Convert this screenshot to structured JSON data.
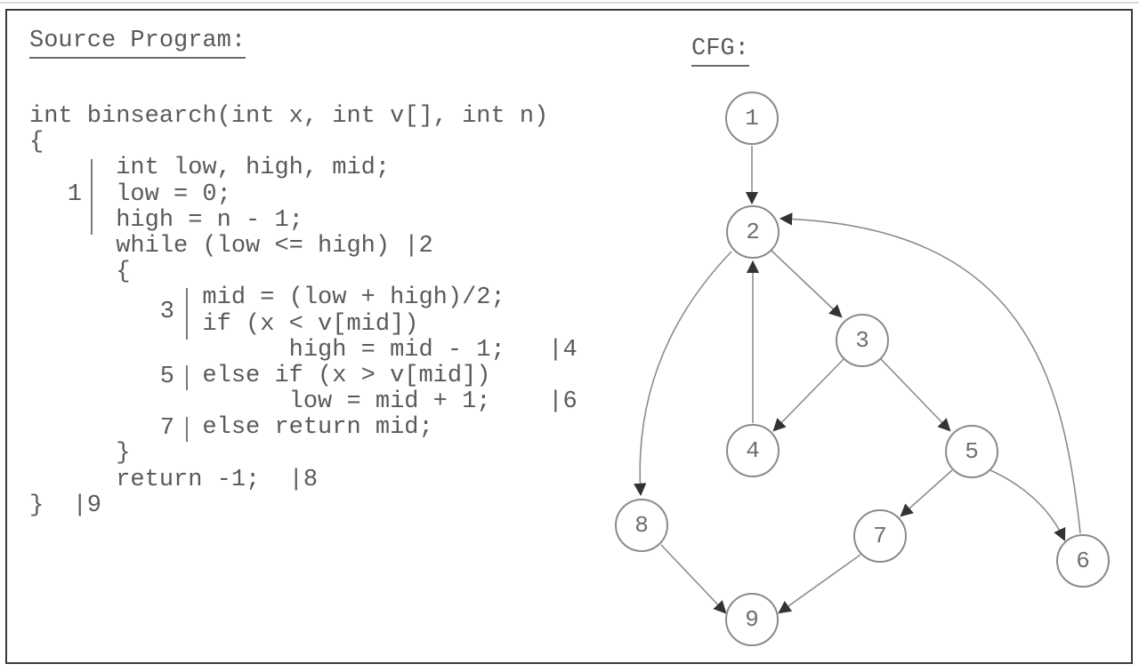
{
  "source_panel": {
    "heading": "Source Program:",
    "code_lines": [
      "int binsearch(int x, int v[], int n)",
      "{",
      "      int low, high, mid;",
      "      low = 0;",
      "      high = n - 1;",
      "      while (low <= high) |2",
      "      {",
      "            mid = (low + high)/2;",
      "            if (x < v[mid])",
      "                  high = mid - 1;   |4",
      "            else if (x > v[mid])",
      "                  low = mid + 1;    |6",
      "            else return mid;",
      "      }",
      "      return -1;  |8",
      "}  |9"
    ],
    "gutter_labels": {
      "g1": "1",
      "g3": "3",
      "g5": "5",
      "g7": "7"
    }
  },
  "cfg_panel": {
    "heading": "CFG:",
    "nodes": [
      {
        "label": "1"
      },
      {
        "label": "2"
      },
      {
        "label": "3"
      },
      {
        "label": "4"
      },
      {
        "label": "5"
      },
      {
        "label": "6"
      },
      {
        "label": "7"
      },
      {
        "label": "8"
      },
      {
        "label": "9"
      }
    ],
    "edges": [
      [
        "1",
        "2"
      ],
      [
        "2",
        "3"
      ],
      [
        "2",
        "8"
      ],
      [
        "3",
        "4"
      ],
      [
        "3",
        "5"
      ],
      [
        "4",
        "2"
      ],
      [
        "5",
        "7"
      ],
      [
        "5",
        "6"
      ],
      [
        "6",
        "2"
      ],
      [
        "7",
        "9"
      ],
      [
        "8",
        "9"
      ]
    ]
  },
  "colors": {
    "frame_border": "#3a3a3a",
    "text": "#5a5a5a",
    "node_stroke": "#8a8a8a",
    "edge_line": "#8c8c8c",
    "arrowhead": "#333333",
    "background": "#ffffff"
  }
}
